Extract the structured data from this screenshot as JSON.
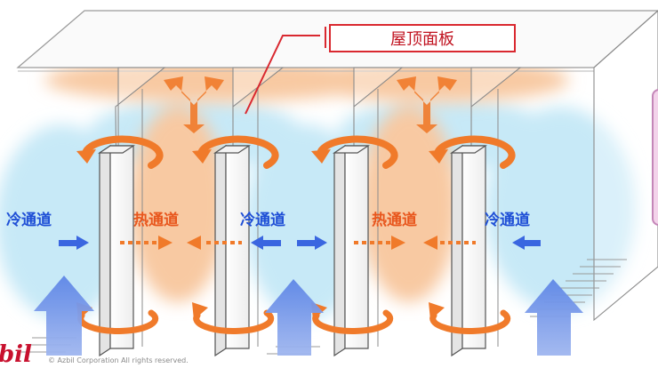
{
  "labels": {
    "roof": "屋顶面板",
    "cold_left": "冷通道",
    "hot_left": "热通道",
    "cold_middle": "冷通道",
    "hot_right": "热通道",
    "cold_right": "冷通道"
  },
  "footer": {
    "logo_text": "bil",
    "copyright": "© Azbil Corporation  All rights reserved."
  },
  "colors": {
    "cold_text": "#1f4fd6",
    "hot_text": "#e8561d",
    "hot_zone": "#f8c9a2",
    "cold_zone": "#c7e9f7",
    "callout_border": "#d9282f",
    "logo": "#c8102e"
  }
}
